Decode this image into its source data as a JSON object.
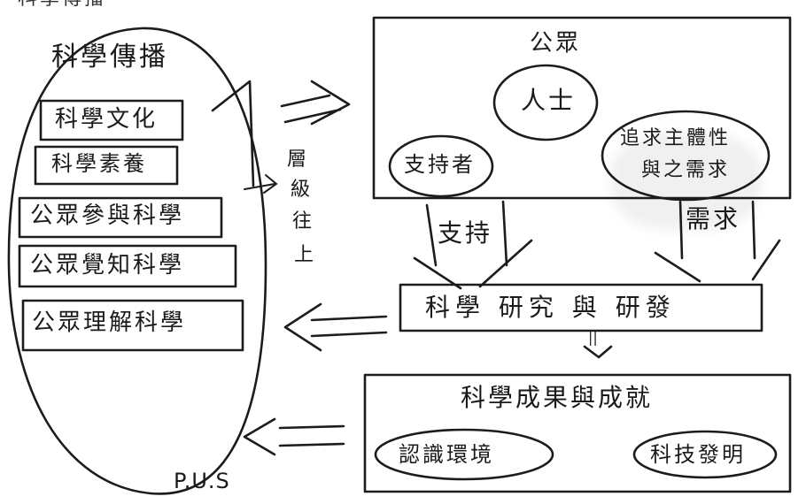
{
  "header_fragment": "科學傳播",
  "left_oval": {
    "title": "科學傳播",
    "items": [
      "科學文化",
      "科學素養",
      "公眾參與科學",
      "公眾覺知科學",
      "公眾理解科學"
    ],
    "footer": "P.U.S"
  },
  "vertical_note": [
    "層",
    "級",
    "往",
    "上"
  ],
  "public_box": {
    "title": "公眾",
    "bubbles": {
      "people": "人士",
      "support_group": "支持者",
      "seekers_line1": "追求主體性",
      "seekers_line2": "與之需求"
    }
  },
  "labels": {
    "support": "支持",
    "demand": "需求",
    "arrow_down": "||"
  },
  "research_box": {
    "text": "科學 研究 與 研發"
  },
  "results_box": {
    "title": "科學成果與成就",
    "left_bubble": "認識環境",
    "right_bubble": "科技發明"
  }
}
